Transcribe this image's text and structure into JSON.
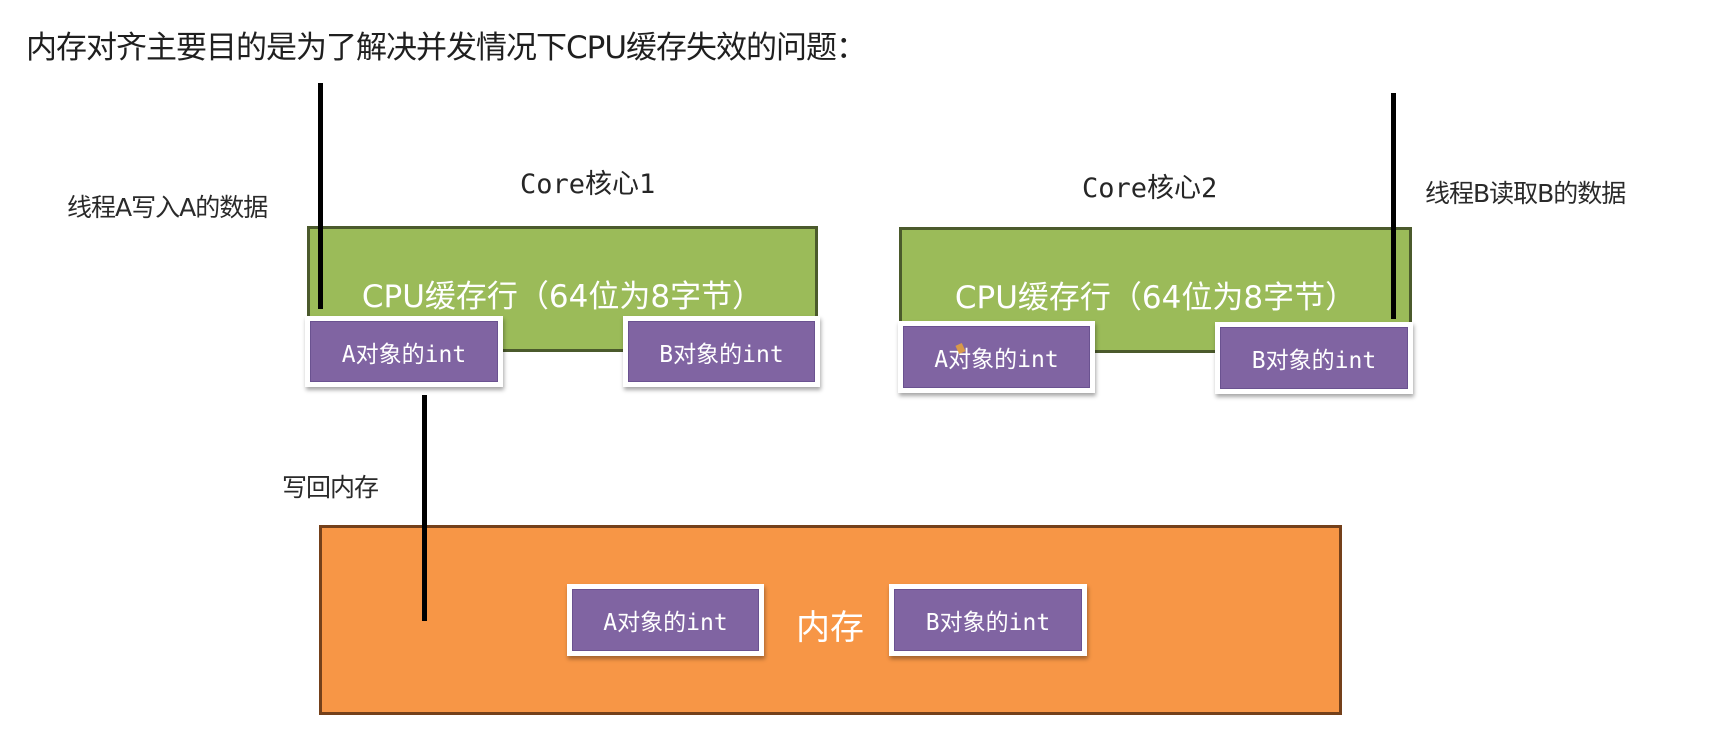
{
  "title": "内存对齐主要目的是为了解决并发情况下CPU缓存失效的问题：",
  "cores": [
    {
      "label": "Core核心1",
      "cache_line_label": "CPU缓存行（64位为8字节）",
      "objects": [
        "A对象的int",
        "B对象的int"
      ]
    },
    {
      "label": "Core核心2",
      "cache_line_label": "CPU缓存行（64位为8字节）",
      "objects": [
        "A对象的int",
        "B对象的int"
      ]
    }
  ],
  "annotations": {
    "thread_a": "线程A写入A的数据",
    "thread_b": "线程B读取B的数据",
    "write_back": "写回内存"
  },
  "memory": {
    "label": "内存",
    "objects": [
      "A对象的int",
      "B对象的int"
    ]
  },
  "colors": {
    "cache_line": "#9bbb59",
    "object": "#8064a2",
    "memory": "#f79646"
  }
}
